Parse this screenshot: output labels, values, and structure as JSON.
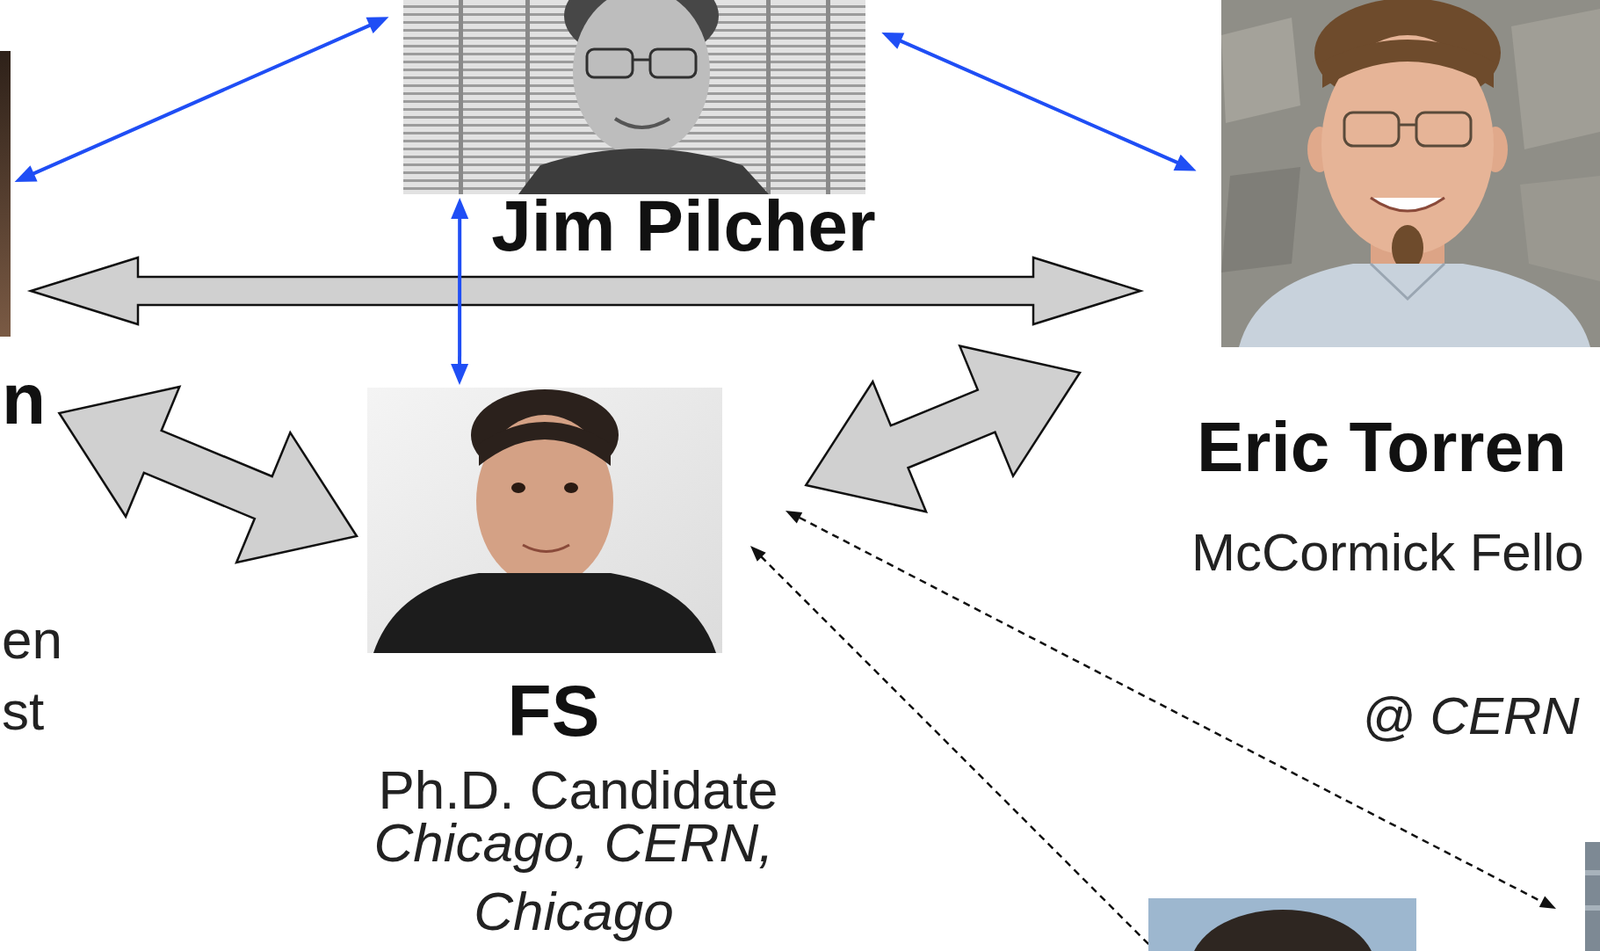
{
  "diagram": {
    "nodes": [
      {
        "text": [
          "Jim Pilcher"
        ]
      },
      {
        "text": [
          "n",
          "en st"
        ]
      },
      {
        "text": [
          "Eric Torren",
          "McCormick Fello",
          "@ CERN"
        ]
      },
      {
        "text": [
          "FS",
          "Ph.D. Candidate",
          "Chicago, CERN, Chicago"
        ]
      }
    ],
    "edges": [
      {
        "from": 0,
        "to": 1,
        "arrow": "both"
      },
      {
        "from": 0,
        "to": 2,
        "arrow": "both"
      },
      {
        "from": 0,
        "to": 3,
        "arrow": "both"
      },
      {
        "from": 1,
        "to": 2,
        "arrow": "both"
      },
      {
        "from": 1,
        "to": 3,
        "arrow": "both"
      },
      {
        "from": 3,
        "to": 2,
        "arrow": "both"
      }
    ]
  }
}
